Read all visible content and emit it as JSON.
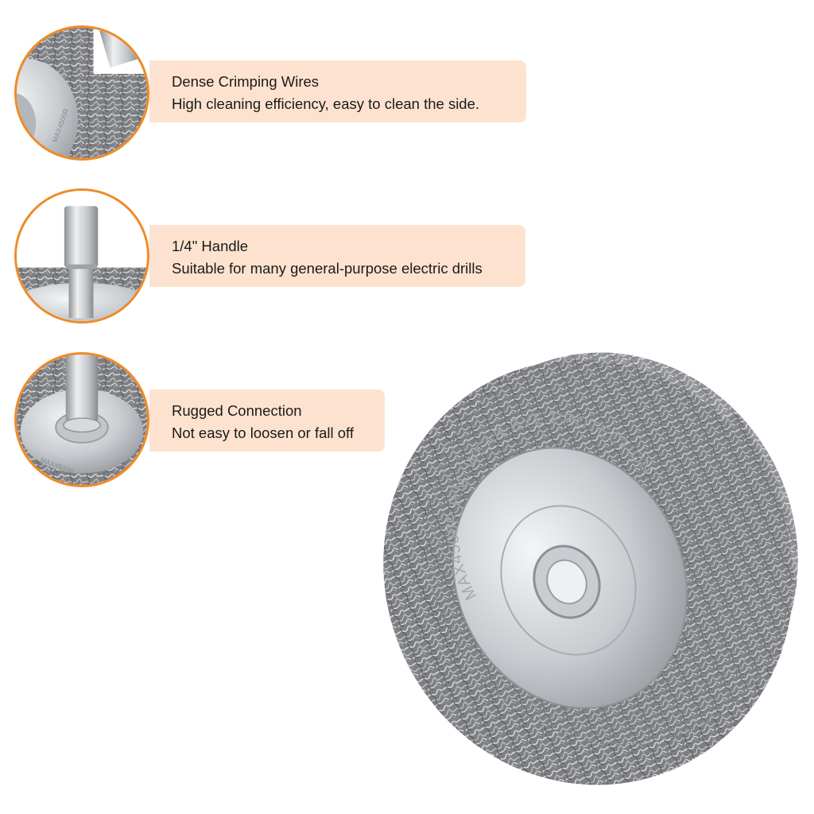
{
  "features": [
    {
      "title": "Dense Crimping Wires",
      "description": "High cleaning efficiency, easy to clean the side."
    },
    {
      "title": "1/4\" Handle",
      "description": "Suitable for many general-purpose electric drills"
    },
    {
      "title": "Rugged Connection",
      "description": "Not easy to loosen or fall off"
    }
  ],
  "product": {
    "hub_marking": "MAX4500R.P.M. WEAR EYE PROTECTION"
  },
  "colors": {
    "accent_orange": "#f08a24",
    "label_background": "#fde3cf",
    "steel": "#b9bcc0"
  }
}
